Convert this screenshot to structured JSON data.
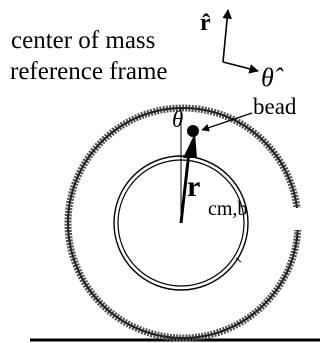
{
  "caption": {
    "line1": "center of mass",
    "line2": "reference frame"
  },
  "unit_vectors": {
    "r_hat": "r̂",
    "theta_hat": "θ̂"
  },
  "labels": {
    "bead": "bead",
    "angle": "θ",
    "vector_symbol": "r⃗",
    "vector_subscript": "cm,b"
  }
}
